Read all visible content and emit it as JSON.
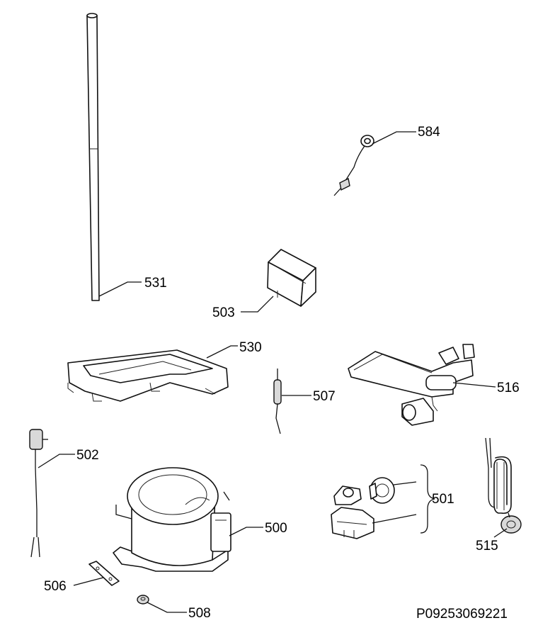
{
  "labels": {
    "l531": "531",
    "l584": "584",
    "l503": "503",
    "l530": "530",
    "l507": "507",
    "l516": "516",
    "l502": "502",
    "l501": "501",
    "l515": "515",
    "l500": "500",
    "l506": "506",
    "l508": "508"
  },
  "document_code": "P09253069221"
}
